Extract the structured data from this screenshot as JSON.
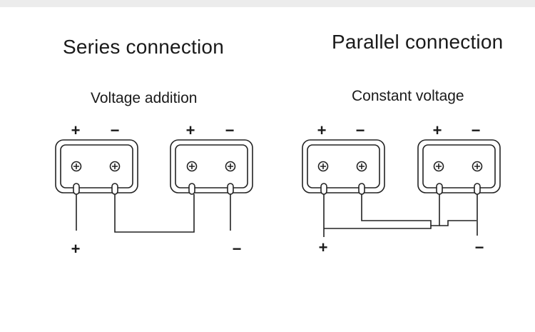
{
  "series": {
    "title": "Series connection",
    "subtitle": "Voltage addition",
    "battery_left": {
      "pos_label": "+",
      "neg_label": "−"
    },
    "battery_right": {
      "pos_label": "+",
      "neg_label": "−"
    },
    "output": {
      "pos_label": "+",
      "neg_label": "−"
    }
  },
  "parallel": {
    "title": "Parallel connection",
    "subtitle": "Constant voltage",
    "battery_left": {
      "pos_label": "+",
      "neg_label": "−"
    },
    "battery_right": {
      "pos_label": "+",
      "neg_label": "−"
    },
    "output": {
      "pos_label": "+",
      "neg_label": "−"
    }
  }
}
